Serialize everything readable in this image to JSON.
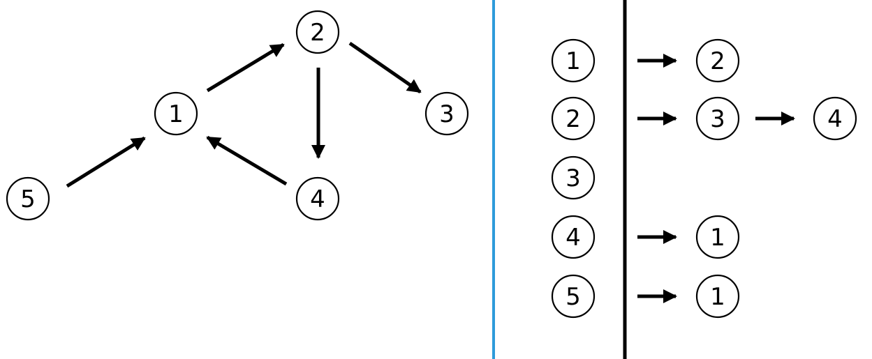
{
  "colors": {
    "divider": "#2E9BDA",
    "ink": "#000000",
    "background": "#ffffff"
  },
  "graph": {
    "nodes": [
      {
        "id": "1",
        "label": "1"
      },
      {
        "id": "2",
        "label": "2"
      },
      {
        "id": "3",
        "label": "3"
      },
      {
        "id": "4",
        "label": "4"
      },
      {
        "id": "5",
        "label": "5"
      }
    ],
    "edges": [
      {
        "from": "1",
        "to": "2"
      },
      {
        "from": "2",
        "to": "3"
      },
      {
        "from": "2",
        "to": "4"
      },
      {
        "from": "4",
        "to": "1"
      },
      {
        "from": "5",
        "to": "1"
      }
    ]
  },
  "adjacency_list": {
    "rows": [
      {
        "vertex": "1",
        "neighbors": [
          "2"
        ]
      },
      {
        "vertex": "2",
        "neighbors": [
          "3",
          "4"
        ]
      },
      {
        "vertex": "3",
        "neighbors": []
      },
      {
        "vertex": "4",
        "neighbors": [
          "1"
        ]
      },
      {
        "vertex": "5",
        "neighbors": [
          "1"
        ]
      }
    ]
  }
}
